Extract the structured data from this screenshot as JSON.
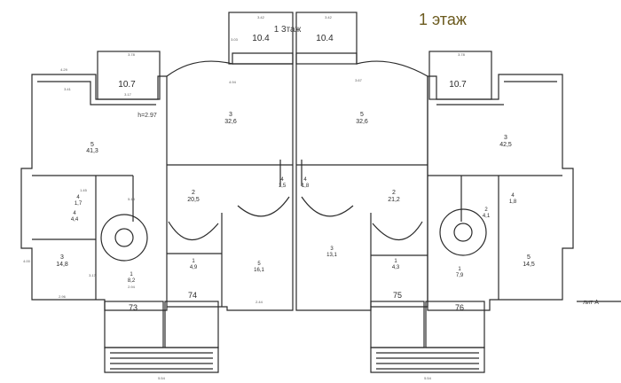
{
  "plan": {
    "floor_title": "1 этаж",
    "overlay_title": "1 3таж",
    "height_note": "h=2.97",
    "axis_label": "лит А",
    "rooms": [
      {
        "id": "lw-5",
        "number": "5",
        "area": "41,3"
      },
      {
        "id": "lw-3",
        "number": "3",
        "area": "14,8"
      },
      {
        "id": "lw-4",
        "number": "4",
        "area": "1,7"
      },
      {
        "id": "lw-4b",
        "number": "4",
        "area": "4,4"
      },
      {
        "id": "lw-1",
        "number": "1",
        "area": "8,2"
      },
      {
        "id": "lc-3",
        "number": "3",
        "area": "32,6"
      },
      {
        "id": "lc-2",
        "number": "2",
        "area": "20,5"
      },
      {
        "id": "lc-1",
        "number": "1",
        "area": "4,9"
      },
      {
        "id": "lc-5",
        "number": "5",
        "area": "16,1"
      },
      {
        "id": "lc-4",
        "number": "4",
        "area": "1,5"
      },
      {
        "id": "rc-4",
        "number": "4",
        "area": "1,8"
      },
      {
        "id": "rc-5",
        "number": "5",
        "area": "32,6"
      },
      {
        "id": "rc-3",
        "number": "3",
        "area": "13,1"
      },
      {
        "id": "rc-2",
        "number": "2",
        "area": "21,2"
      },
      {
        "id": "rc-1",
        "number": "1",
        "area": "4,3"
      },
      {
        "id": "re-3",
        "number": "3",
        "area": "42,5"
      },
      {
        "id": "re-4",
        "number": "4",
        "area": "1,8"
      },
      {
        "id": "re-2",
        "number": "2",
        "area": "4,1"
      },
      {
        "id": "re-1",
        "number": "1",
        "area": "7,9"
      },
      {
        "id": "re-5",
        "number": "5",
        "area": "14,5"
      }
    ],
    "balconies": [
      "10.7",
      "10.4",
      "10.4",
      "10.7"
    ],
    "porches": [
      "73",
      "74",
      "75",
      "76"
    ],
    "dimensions": [
      "3.42",
      "3.42",
      "3.78",
      "3.78",
      "3.03",
      "4.29",
      "3.41",
      "3.17",
      "4.94",
      "3.67",
      "2.94",
      "2.44",
      "5.54",
      "5.54",
      "1.45",
      "2.96",
      "4.00",
      "5.13",
      "3.17"
    ]
  }
}
